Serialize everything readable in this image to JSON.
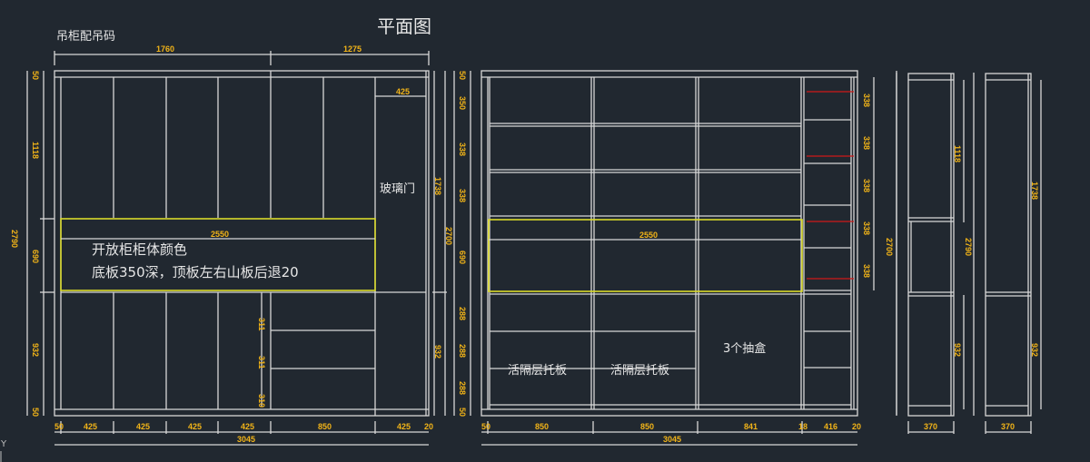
{
  "title": "平面图",
  "subtitle": "吊柜配吊码",
  "ucs_axis": "Y",
  "colors": {
    "background": "#212830",
    "lines": "#d8d8d8",
    "dimension_text": "#f2b418",
    "highlight": "#d9d92a",
    "shelf_pins": "#d01818"
  },
  "left_elevation": {
    "top_dims": [
      "1760",
      "1275"
    ],
    "glass_door_width": "425",
    "glass_door_label": "玻璃门",
    "open_section_width": "2550",
    "note_line1": "开放柜柜体颜色",
    "note_line2": "底板350深，顶板左右山板后退20",
    "left_dims": [
      "50",
      "1118",
      "690",
      "932",
      "50"
    ],
    "left_total": "2790",
    "drawer_dims": [
      "311",
      "311",
      "310"
    ],
    "right_dims": [
      "1738",
      "932"
    ],
    "right_total": "2700",
    "bottom_dims": [
      "50",
      "425",
      "425",
      "425",
      "425",
      "850",
      "425",
      "20"
    ],
    "bottom_total": "3045"
  },
  "middle_elevation": {
    "left_dims": [
      "50",
      "350",
      "338",
      "338",
      "690",
      "288",
      "288",
      "288",
      "50"
    ],
    "open_section_width": "2550",
    "shelf_label_1": "活隔层托板",
    "shelf_label_2": "活隔层托板",
    "drawer_label": "3个抽盒",
    "right_dims": [
      "338",
      "338",
      "338",
      "338",
      "338"
    ],
    "right_total": "2700",
    "bottom_dims": [
      "50",
      "850",
      "850",
      "841",
      "18",
      "416",
      "20"
    ],
    "bottom_total": "3045"
  },
  "side_section_1": {
    "dims": [
      "1118",
      "932"
    ],
    "total": "2790",
    "depth": "370"
  },
  "side_section_2": {
    "dims": [
      "1738",
      "932"
    ],
    "total": "2790",
    "depth": "370"
  }
}
